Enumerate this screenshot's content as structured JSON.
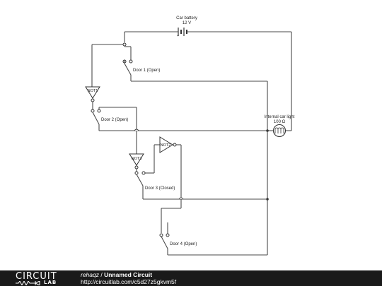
{
  "diagram": {
    "battery": {
      "label": "Car battery",
      "value": "12 V"
    },
    "lamp": {
      "label": "Internal car light",
      "value": "100 Ω"
    },
    "switches": [
      {
        "id": "door1",
        "label": "Door 1 (Open)"
      },
      {
        "id": "door2",
        "label": "Door 2 (Open)"
      },
      {
        "id": "door3",
        "label": "Door 3 (Closed)"
      },
      {
        "id": "door4",
        "label": "Door 4 (Open)"
      }
    ],
    "gates": [
      {
        "id": "not1",
        "label": "NOT1"
      },
      {
        "id": "not2",
        "label": "NOT2"
      },
      {
        "id": "not3",
        "label": "NOT3"
      }
    ]
  },
  "footer": {
    "logo_top": "CIRCUIT",
    "logo_bottom": "LAB",
    "user": "rehaqz",
    "separator": " / ",
    "circuit_name": "Unnamed Circuit",
    "url": "http://circuitlab.com/c5d27z5gkvm5f"
  }
}
